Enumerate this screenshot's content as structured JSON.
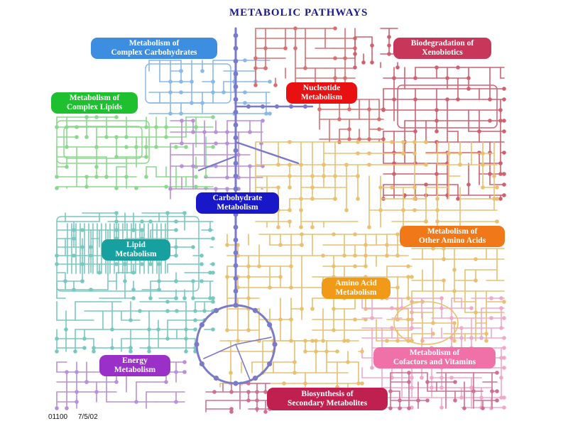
{
  "title": "METABOLIC PATHWAYS",
  "labels": {
    "complex_carbohydrates": {
      "line1": "Metabolism of",
      "line2": "Complex Carbohydrates",
      "color": "#3d8ee0"
    },
    "xenobiotics": {
      "line1": "Biodegradation of",
      "line2": "Xenobiotics",
      "color": "#c8365a"
    },
    "complex_lipids": {
      "line1": "Metabolism of",
      "line2": "Complex Lipids",
      "color": "#1ec030"
    },
    "nucleotide": {
      "line1": "Nucleotide",
      "line2": "Metabolism",
      "color": "#e81010"
    },
    "carbohydrate": {
      "line1": "Carbohydrate",
      "line2": "Metabolism",
      "color": "#1818c8"
    },
    "lipid": {
      "line1": "Lipid",
      "line2": "Metabolism",
      "color": "#17a0a0"
    },
    "other_amino_acids": {
      "line1": "Metabolism of",
      "line2": "Other Amino Acids",
      "color": "#f07818"
    },
    "amino_acid": {
      "line1": "Amino Acid",
      "line2": "Metabolism",
      "color": "#f09a18"
    },
    "cofactors_vitamins": {
      "line1": "Metabolism of",
      "line2": "Cofactors and Vitamins",
      "color": "#f070a8"
    },
    "energy": {
      "line1": "Energy",
      "line2": "Metabolism",
      "color": "#9a30c8"
    },
    "secondary_metabolites": {
      "line1": "Biosynthesis of",
      "line2": "Secondary Metabolites",
      "color": "#c02050"
    }
  },
  "footer": {
    "map_id": "01100",
    "date": "7/5/02"
  },
  "colors": {
    "carbohydrate_lines": "#7a7ac8",
    "lipid_lines": "#78c8c0",
    "complex_lipid_lines": "#8cd88c",
    "complex_carb_lines": "#8ab8e8",
    "nucleotide_lines": "#d87070",
    "amino_lines": "#e8c070",
    "cofactor_lines": "#f0a8c8",
    "energy_lines": "#b890d8",
    "secondary_lines": "#d07090",
    "xeno_lines": "#d06070"
  }
}
